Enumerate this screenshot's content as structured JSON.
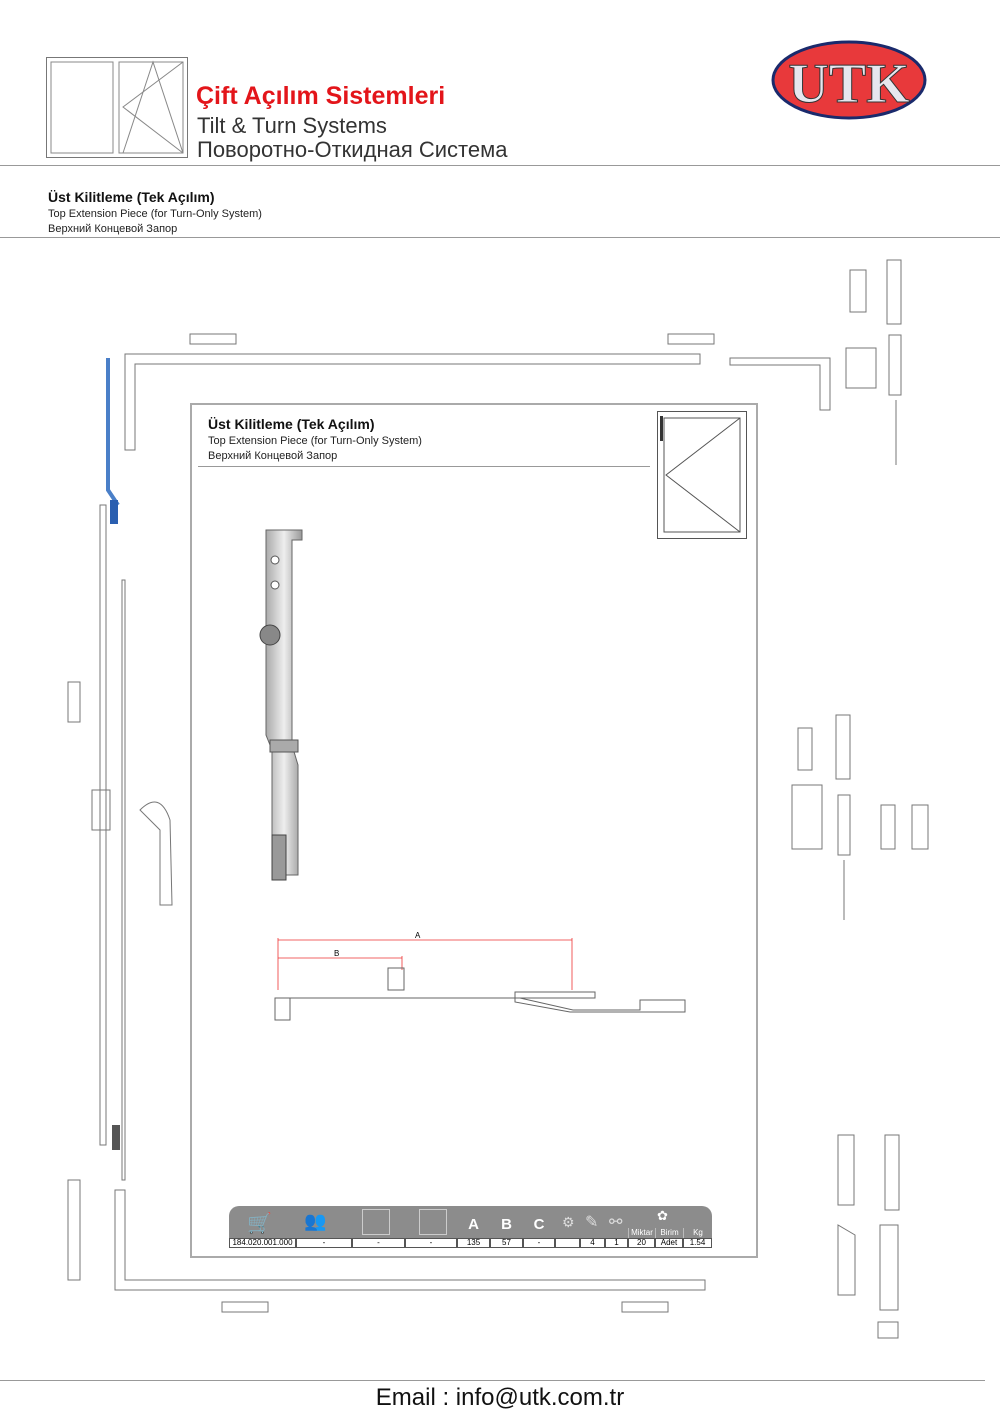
{
  "header": {
    "title_tr": "Çift Açılım Sistemleri",
    "title_en": "Tilt & Turn Systems",
    "title_ru": "Поворотно-Откидная Система",
    "logo_text": "UTK",
    "brand_color": "#e3151a"
  },
  "section": {
    "title_tr": "Üst Kilitleme (Tek Açılım)",
    "title_en": "Top Extension Piece (for Turn-Only System)",
    "title_ru": "Верхний Концевой Запор"
  },
  "panel": {
    "title_tr": "Üst Kilitleme (Tek Açılım)",
    "title_en": "Top Extension Piece (for Turn-Only System)",
    "title_ru": "Верхний Концевой Запор",
    "dim_a": "A",
    "dim_b": "B"
  },
  "table": {
    "headers": {
      "a": "A",
      "b": "B",
      "c": "C",
      "qty": "Miktar",
      "unit": "Birim",
      "kg": "Kg"
    },
    "values": [
      "184.020.001.000",
      "-",
      "-",
      "-",
      "135",
      "57",
      "-",
      "",
      "4",
      "1",
      "20",
      "Adet",
      "1.54"
    ]
  },
  "footer": {
    "email": "Email : info@utk.com.tr"
  }
}
